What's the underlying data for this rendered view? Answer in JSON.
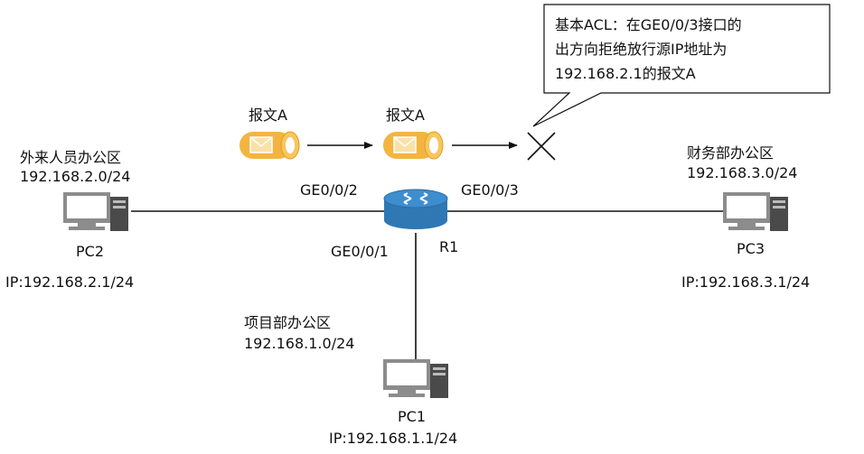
{
  "colors": {
    "link": "#111111",
    "router_body": "#2f78b4",
    "router_top": "#3e8dcf",
    "pc_gray": "#8c8c8c",
    "pc_dark": "#4a4a4a",
    "packet_gold": "#f3b53f",
    "packet_light": "#fbe1a5",
    "packet_white": "#ffffff"
  },
  "callout": {
    "lines": [
      "基本ACL：在GE0/0/3接口的",
      "出方向拒绝放行源IP地址为",
      "192.168.2.1的报文A"
    ]
  },
  "packets": [
    {
      "label": "报文A",
      "icon": "packet-icon"
    },
    {
      "label": "报文A",
      "icon": "packet-icon"
    }
  ],
  "router": {
    "name": "R1",
    "icon": "router-icon",
    "ports": {
      "left": "GE0/0/2",
      "right": "GE0/0/3",
      "bottom": "GE0/0/1"
    }
  },
  "block_mark": "x-mark-icon",
  "hosts": {
    "pc2": {
      "name": "PC2",
      "zone": "外来人员办公区",
      "subnet": "192.168.2.0/24",
      "ip": "IP:192.168.2.1/24",
      "icon": "pc-icon"
    },
    "pc3": {
      "name": "PC3",
      "zone": "财务部办公区",
      "subnet": "192.168.3.0/24",
      "ip": "IP:192.168.3.1/24",
      "icon": "pc-icon"
    },
    "pc1": {
      "name": "PC1",
      "zone": "项目部办公区",
      "subnet": "192.168.1.0/24",
      "ip": "IP:192.168.1.1/24",
      "icon": "pc-icon"
    }
  }
}
